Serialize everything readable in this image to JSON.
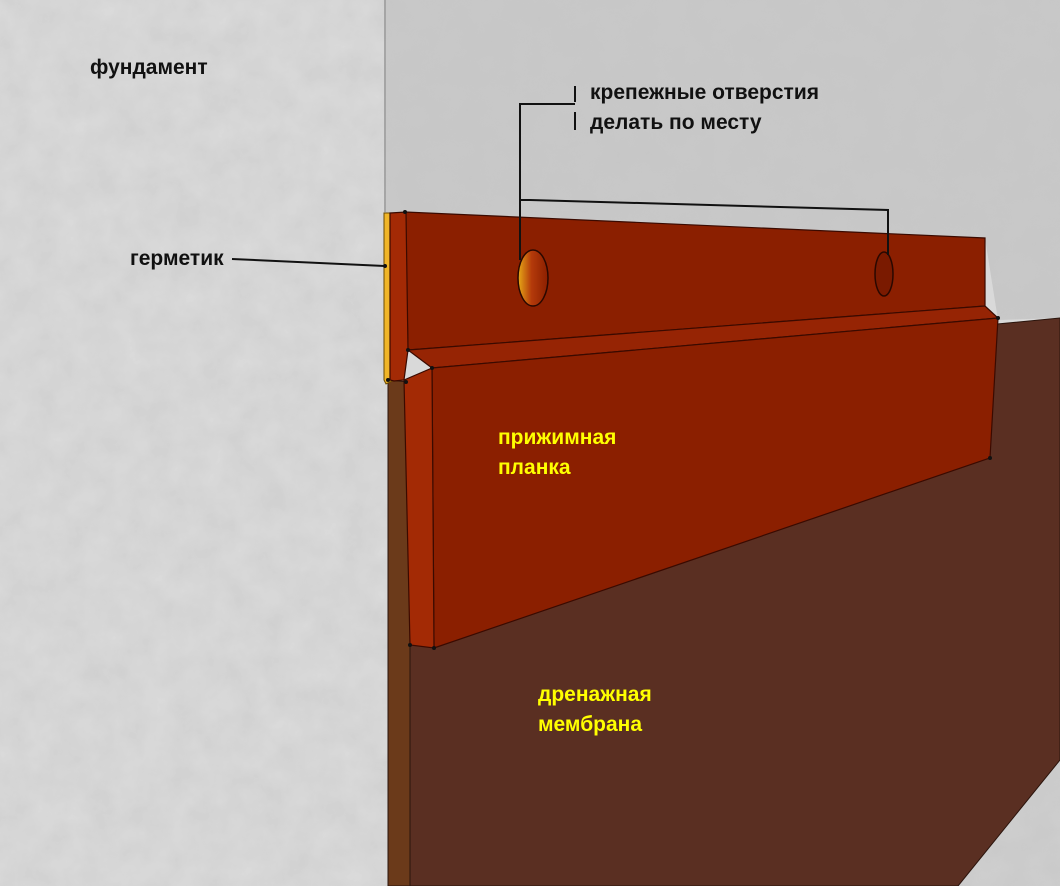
{
  "labels": {
    "foundation": "фундамент",
    "sealant": "герметик",
    "holes": {
      "line1": "крепежные отверстия",
      "line2": "делать по месту"
    },
    "clamp_strip": {
      "line1": "прижимная",
      "line2": "планка"
    },
    "drain_membrane": {
      "line1": "дренажная",
      "line2": "мембрана"
    }
  },
  "colors": {
    "foundation_wall": "#dcdcdc",
    "foundation_floor": "#c9c9c9",
    "clamp_strip": "#8b1f00",
    "clamp_strip_edge": "#a32a05",
    "sealant": "#f0b528",
    "membrane": "#5a2f22",
    "membrane_edge": "#6b3a1a",
    "leader_line": "#111111",
    "label_dark": "#111111",
    "label_yellow": "#ffff00"
  }
}
